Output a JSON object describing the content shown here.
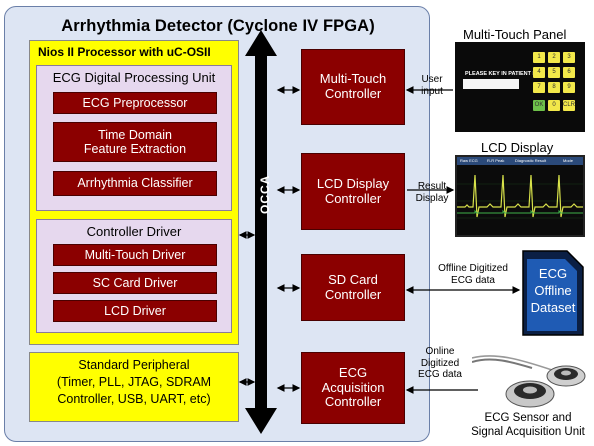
{
  "fpga": {
    "title": "Arrhythmia Detector (Cyclone IV FPGA)"
  },
  "nios": {
    "title": "Nios II Processor with uC-OSII",
    "ecg_unit": {
      "title": "ECG Digital Processing Unit",
      "blocks": [
        "ECG Preprocessor",
        "Time Domain\nFeature Extraction",
        "Arrhythmia Classifier"
      ]
    },
    "controller_driver": {
      "title": "Controller Driver",
      "blocks": [
        "Multi-Touch Driver",
        "SC Card Driver",
        "LCD Driver"
      ]
    }
  },
  "peripheral": {
    "text": "Standard Peripheral\n(Timer, PLL, JTAG, SDRAM\nController, USB, UART, etc)"
  },
  "bus": {
    "label": "OCCA"
  },
  "controllers": [
    "Multi-Touch\nController",
    "LCD Display\nController",
    "SD Card\nController",
    "ECG\nAcquisition\nController"
  ],
  "links": {
    "touch": "User\ninput",
    "lcd": "Result\nDisplay",
    "sd": "Offline Digitized\nECG data",
    "ecg": "Online\nDigitized\nECG data"
  },
  "external": {
    "touch_panel": {
      "title": "Multi-Touch Panel",
      "prompt": "PLEASE KEY IN PATIENT ID",
      "keys": [
        "1",
        "2",
        "3",
        "4",
        "5",
        "6",
        "7",
        "8",
        "9",
        "OK",
        "0",
        "CLR"
      ]
    },
    "lcd": {
      "title": "LCD Display",
      "header": [
        "Raw ECG",
        "R-R Peak",
        "Diagnostic Result",
        "Mode"
      ]
    },
    "sd_card": {
      "text": "ECG\nOffline\nDataset"
    },
    "sensor": {
      "caption": "ECG Sensor and\nSignal Acquisition Unit"
    }
  },
  "colors": {
    "fpga_bg": "#dde5f3",
    "processor": "#ffff00",
    "sub_group": "#e6d8ee",
    "block": "#8b0000",
    "bus": "#000000"
  }
}
